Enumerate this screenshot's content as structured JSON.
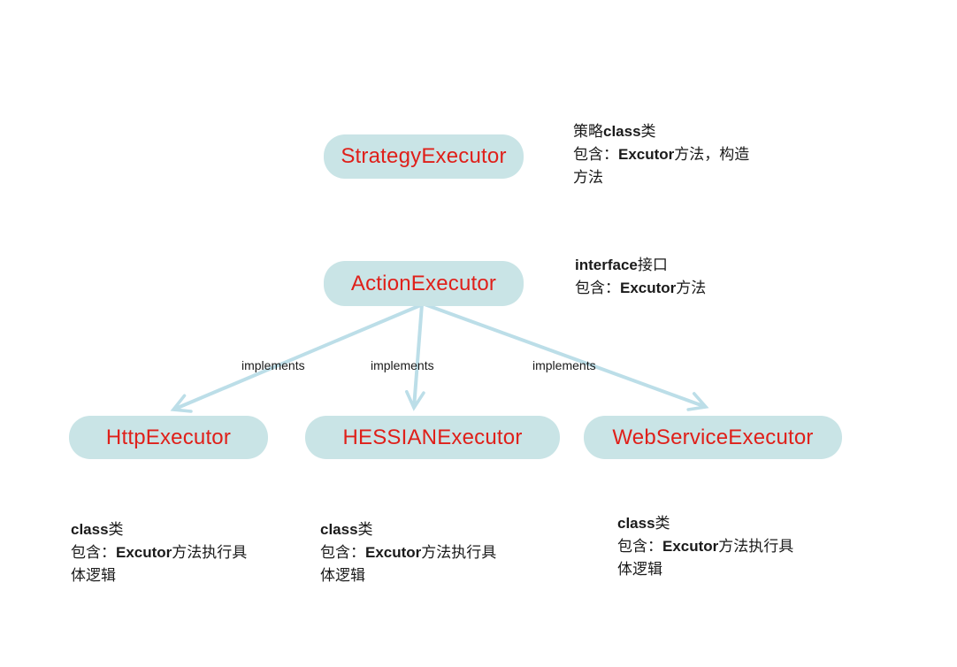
{
  "diagram": {
    "colors": {
      "background": "#ffffff",
      "node_fill": "#c9e4e6",
      "node_text": "#df201a",
      "arrow": "#bcdee8",
      "annotation_text": "#1a1a1a",
      "edge_label_text": "#1a1a1a"
    },
    "nodes": [
      {
        "id": "strategy-executor",
        "label": "StrategyExecutor"
      },
      {
        "id": "action-executor",
        "label": "ActionExecutor"
      },
      {
        "id": "http-executor",
        "label": "HttpExecutor"
      },
      {
        "id": "hessian-executor",
        "label": "HESSIANExecutor"
      },
      {
        "id": "webservice-executor",
        "label": "WebServiceExecutor"
      }
    ],
    "edges": [
      {
        "from": "ActionExecutor",
        "to": "HttpExecutor",
        "label": "implements"
      },
      {
        "from": "ActionExecutor",
        "to": "HESSIANExecutor",
        "label": "implements"
      },
      {
        "from": "ActionExecutor",
        "to": "WebServiceExecutor",
        "label": "implements"
      }
    ],
    "annotations": [
      {
        "for": "StrategyExecutor",
        "lines": [
          [
            {
              "t": "策略",
              "b": false
            },
            {
              "t": "class",
              "b": true
            },
            {
              "t": "类",
              "b": false
            }
          ],
          [
            {
              "t": "包含：",
              "b": false
            },
            {
              "t": "Excutor",
              "b": true
            },
            {
              "t": "方法，构造",
              "b": false
            }
          ],
          [
            {
              "t": "方法",
              "b": false
            }
          ]
        ]
      },
      {
        "for": "ActionExecutor",
        "lines": [
          [
            {
              "t": "interface",
              "b": true
            },
            {
              "t": "接口",
              "b": false
            }
          ],
          [
            {
              "t": "包含：",
              "b": false
            },
            {
              "t": "Excutor",
              "b": true
            },
            {
              "t": "方法",
              "b": false
            }
          ]
        ]
      },
      {
        "for": "HttpExecutor",
        "lines": [
          [
            {
              "t": "class",
              "b": true
            },
            {
              "t": "类",
              "b": false
            }
          ],
          [
            {
              "t": "包含：",
              "b": false
            },
            {
              "t": "Excutor",
              "b": true
            },
            {
              "t": "方法执行具",
              "b": false
            }
          ],
          [
            {
              "t": "体逻辑",
              "b": false
            }
          ]
        ]
      },
      {
        "for": "HESSIANExecutor",
        "lines": [
          [
            {
              "t": "class",
              "b": true
            },
            {
              "t": "类",
              "b": false
            }
          ],
          [
            {
              "t": "包含：",
              "b": false
            },
            {
              "t": "Excutor",
              "b": true
            },
            {
              "t": "方法执行具",
              "b": false
            }
          ],
          [
            {
              "t": "体逻辑",
              "b": false
            }
          ]
        ]
      },
      {
        "for": "WebServiceExecutor",
        "lines": [
          [
            {
              "t": "class",
              "b": true
            },
            {
              "t": "类",
              "b": false
            }
          ],
          [
            {
              "t": "包含：",
              "b": false
            },
            {
              "t": "Excutor",
              "b": true
            },
            {
              "t": "方法执行具",
              "b": false
            }
          ],
          [
            {
              "t": "体逻辑",
              "b": false
            }
          ]
        ]
      }
    ]
  }
}
